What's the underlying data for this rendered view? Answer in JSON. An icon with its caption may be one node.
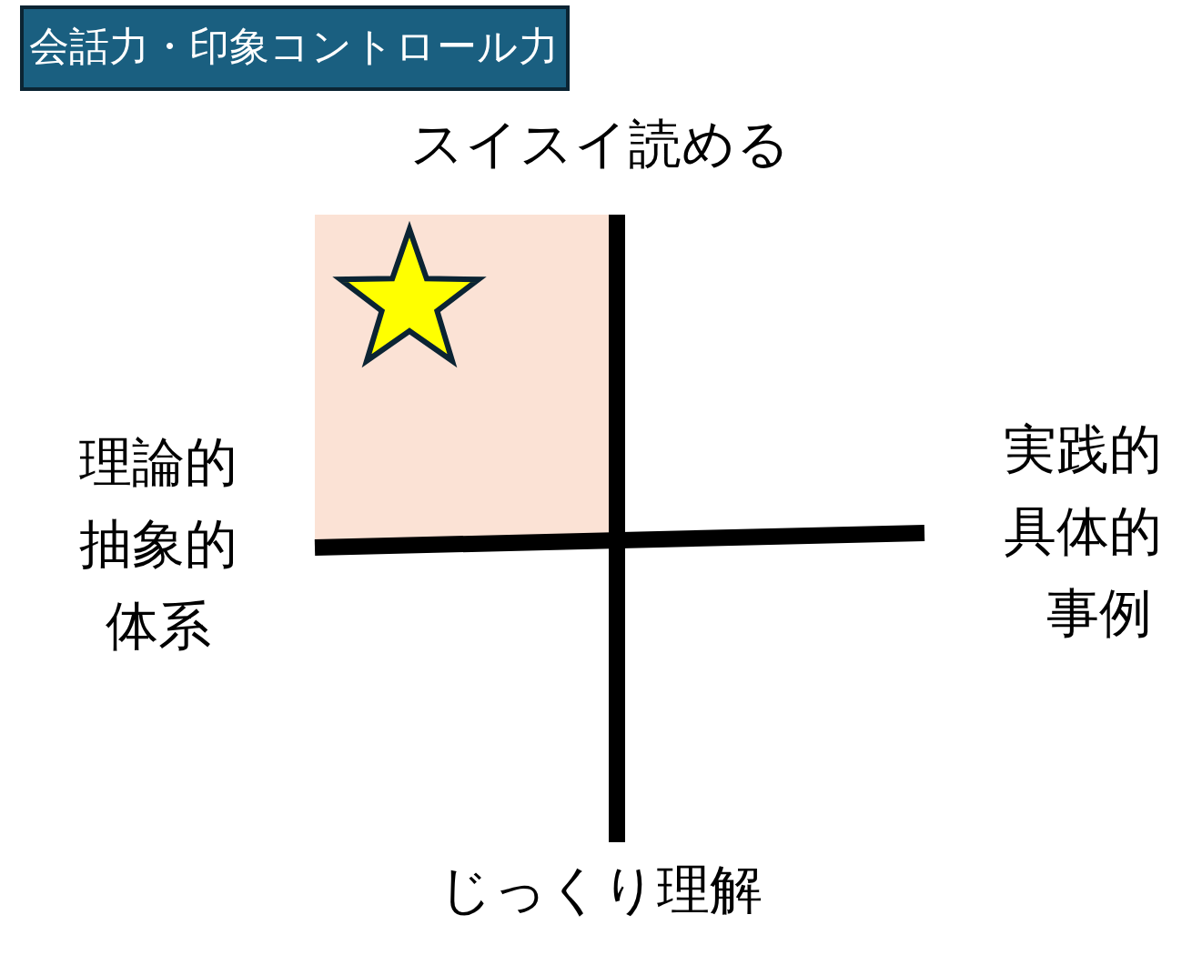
{
  "diagram": {
    "title": "会話力・印象コントロール力",
    "labels": [
      "スイスイ読める",
      "理論的",
      "抽象的",
      "体系",
      "実践的",
      "具体的",
      "事例",
      "じっくり理解"
    ]
  }
}
